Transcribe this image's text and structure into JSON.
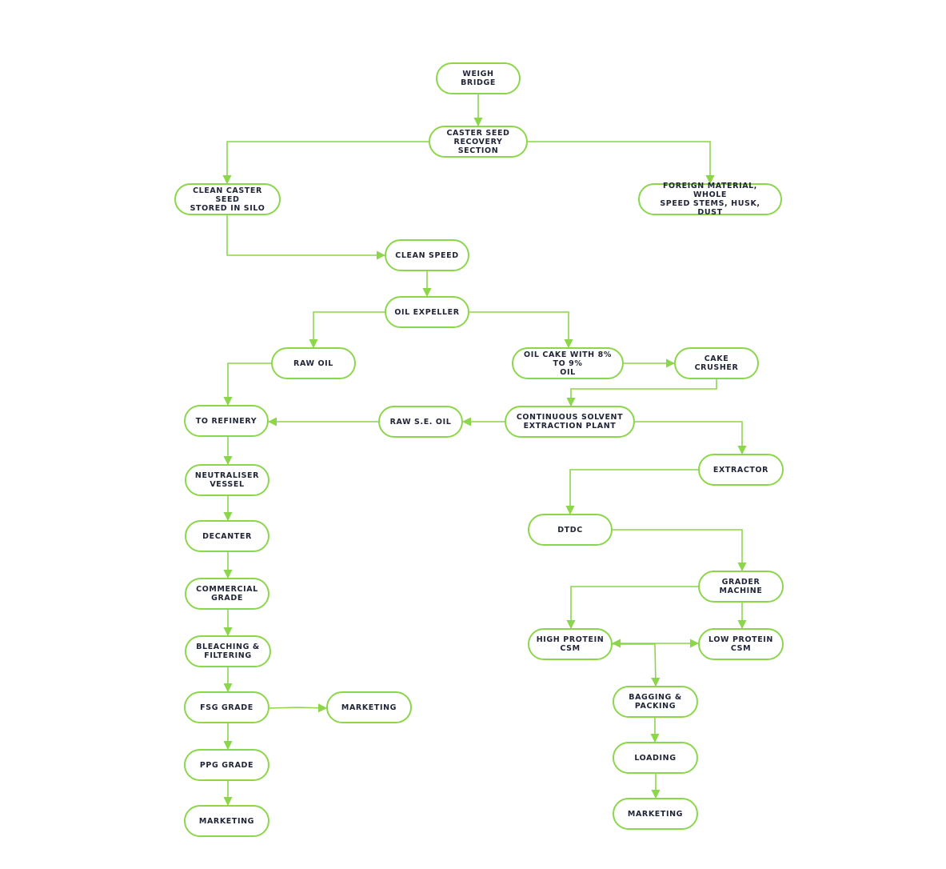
{
  "colors": {
    "accent": "#8cd64c",
    "text": "#1f2436",
    "background": "#ffffff"
  },
  "nodes": [
    {
      "id": "weigh-bridge",
      "label": "WEIGH BRIDGE"
    },
    {
      "id": "caster-seed-recovery",
      "label": "CASTER SEED\nRECOVERY SECTION"
    },
    {
      "id": "clean-caster-seed-silo",
      "label": "CLEAN CASTER SEED\nSTORED IN SILO"
    },
    {
      "id": "foreign-material",
      "label": "FOREIGN MATERIAL, WHOLE\nSPEED STEMS, HUSK, DUST"
    },
    {
      "id": "clean-speed",
      "label": "CLEAN SPEED"
    },
    {
      "id": "oil-expeller",
      "label": "OIL EXPELLER"
    },
    {
      "id": "raw-oil",
      "label": "RAW OIL"
    },
    {
      "id": "oil-cake",
      "label": "OIL CAKE WITH 8% TO 9%\nOIL"
    },
    {
      "id": "cake-crusher",
      "label": "CAKE CRUSHER"
    },
    {
      "id": "to-refinery",
      "label": "TO REFINERY"
    },
    {
      "id": "raw-se-oil",
      "label": "RAW S.E. OIL"
    },
    {
      "id": "solvent-extraction",
      "label": "CONTINUOUS SOLVENT\nEXTRACTION PLANT"
    },
    {
      "id": "extractor",
      "label": "EXTRACTOR"
    },
    {
      "id": "neutraliser-vessel",
      "label": "NEUTRALISER\nVESSEL"
    },
    {
      "id": "dtdc",
      "label": "DTDC"
    },
    {
      "id": "decanter",
      "label": "DECANTER"
    },
    {
      "id": "grader-machine",
      "label": "GRADER MACHINE"
    },
    {
      "id": "commercial-grade",
      "label": "COMMERCIAL\nGRADE"
    },
    {
      "id": "high-protein-csm",
      "label": "HIGH PROTEIN\nCSM"
    },
    {
      "id": "low-protein-csm",
      "label": "LOW PROTEIN\nCSM"
    },
    {
      "id": "bleaching-filtering",
      "label": "BLEACHING &\nFILTERING"
    },
    {
      "id": "bagging-packing",
      "label": "BAGGING &\nPACKING"
    },
    {
      "id": "fsg-grade",
      "label": "FSG GRADE"
    },
    {
      "id": "marketing-fsg",
      "label": "MARKETING"
    },
    {
      "id": "loading",
      "label": "LOADING"
    },
    {
      "id": "ppg-grade",
      "label": "PPG GRADE"
    },
    {
      "id": "marketing-left",
      "label": "MARKETING"
    },
    {
      "id": "marketing-right",
      "label": "MARKETING"
    }
  ],
  "edges": [
    {
      "from": "weigh-bridge",
      "to": "caster-seed-recovery"
    },
    {
      "from": "caster-seed-recovery",
      "to": "clean-caster-seed-silo"
    },
    {
      "from": "caster-seed-recovery",
      "to": "foreign-material"
    },
    {
      "from": "clean-caster-seed-silo",
      "to": "clean-speed"
    },
    {
      "from": "clean-speed",
      "to": "oil-expeller"
    },
    {
      "from": "oil-expeller",
      "to": "raw-oil"
    },
    {
      "from": "oil-expeller",
      "to": "oil-cake"
    },
    {
      "from": "oil-cake",
      "to": "cake-crusher"
    },
    {
      "from": "raw-oil",
      "to": "to-refinery"
    },
    {
      "from": "cake-crusher",
      "to": "solvent-extraction"
    },
    {
      "from": "solvent-extraction",
      "to": "raw-se-oil"
    },
    {
      "from": "raw-se-oil",
      "to": "to-refinery"
    },
    {
      "from": "solvent-extraction",
      "to": "extractor"
    },
    {
      "from": "extractor",
      "to": "dtdc"
    },
    {
      "from": "dtdc",
      "to": "grader-machine"
    },
    {
      "from": "grader-machine",
      "to": "high-protein-csm"
    },
    {
      "from": "grader-machine",
      "to": "low-protein-csm"
    },
    {
      "from": "bagging-packing",
      "to": "high-protein-csm"
    },
    {
      "from": "bagging-packing",
      "to": "low-protein-csm"
    },
    {
      "from": "high-protein-csm",
      "to": "bagging-packing"
    },
    {
      "from": "bagging-packing",
      "to": "loading"
    },
    {
      "from": "loading",
      "to": "marketing-right"
    },
    {
      "from": "to-refinery",
      "to": "neutraliser-vessel"
    },
    {
      "from": "neutraliser-vessel",
      "to": "decanter"
    },
    {
      "from": "decanter",
      "to": "commercial-grade"
    },
    {
      "from": "commercial-grade",
      "to": "bleaching-filtering"
    },
    {
      "from": "bleaching-filtering",
      "to": "fsg-grade"
    },
    {
      "from": "fsg-grade",
      "to": "marketing-fsg"
    },
    {
      "from": "fsg-grade",
      "to": "ppg-grade"
    },
    {
      "from": "ppg-grade",
      "to": "marketing-left"
    }
  ]
}
